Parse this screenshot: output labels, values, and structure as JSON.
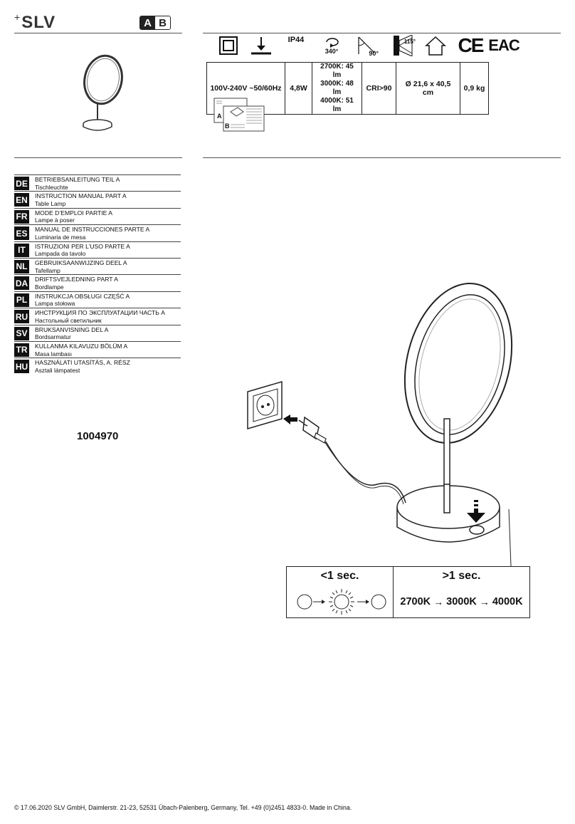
{
  "header": {
    "brand": "SLV",
    "part_a": "A",
    "part_b": "B"
  },
  "specs": {
    "protection": "IP44",
    "rotation": "340°",
    "tilt": "90°",
    "beam_angle": "115°",
    "ce_mark": "CE",
    "eac_mark": "EAC",
    "voltage": "100V-240V ~50/60Hz",
    "power": "4,8W",
    "lumens": [
      "2700K: 45 lm",
      "3000K: 48 lm",
      "4000K: 51 lm"
    ],
    "cri": "CRI>90",
    "dimensions": "Ø 21,6 x 40,5 cm",
    "weight": "0,9 kg"
  },
  "manual_icon": {
    "label_a": "A",
    "label_b": "B"
  },
  "languages": [
    {
      "code": "DE",
      "title": "BETRIEBSANLEITUNG TEIL A",
      "subtitle": "Tischleuchte"
    },
    {
      "code": "EN",
      "title": "INSTRUCTION MANUAL PART A",
      "subtitle": "Table Lamp"
    },
    {
      "code": "FR",
      "title": "MODE D’EMPLOI PARTIE A",
      "subtitle": "Lampe à poser"
    },
    {
      "code": "ES",
      "title": "MANUAL DE INSTRUCCIONES PARTE A",
      "subtitle": "Luminaria de mesa"
    },
    {
      "code": "IT",
      "title": "ISTRUZIONI PER L’USO PARTE A",
      "subtitle": "Lampada da tavolo"
    },
    {
      "code": "NL",
      "title": "GEBRUIKSAANWIJZING DEEL A",
      "subtitle": "Tafellamp"
    },
    {
      "code": "DA",
      "title": "DRIFTSVEJLEDNING PART A",
      "subtitle": "Bordlampe"
    },
    {
      "code": "PL",
      "title": "INSTRUKCJA OBSŁUGI CZĘŚĆ A",
      "subtitle": "Lampa stołowa"
    },
    {
      "code": "RU",
      "title": "ИНСТРУКЦИЯ ПО ЭКСПЛУАТАЦИИ ЧАСТЬ А",
      "subtitle": "Настольный светильник"
    },
    {
      "code": "SV",
      "title": "BRUKSANVISNING DEL A",
      "subtitle": "Bordsarmatur"
    },
    {
      "code": "TR",
      "title": "KULLANMA KILAVUZU BÖLÜM A",
      "subtitle": "Masa lambası"
    },
    {
      "code": "HU",
      "title": "HASZNÁLATI UTASÍTÁS, A. RÉSZ",
      "subtitle": "Asztali lámpatest"
    }
  ],
  "article_number": "1004970",
  "operation": {
    "short_press": "<1 sec.",
    "long_press": ">1 sec.",
    "sequence": [
      "2700K",
      "3000K",
      "4000K"
    ]
  },
  "footer": "© 17.06.2020 SLV GmbH, Daimlerstr. 21-23, 52531 Übach-Palenberg, Germany, Tel. +49 (0)2451 4833-0. Made in China."
}
